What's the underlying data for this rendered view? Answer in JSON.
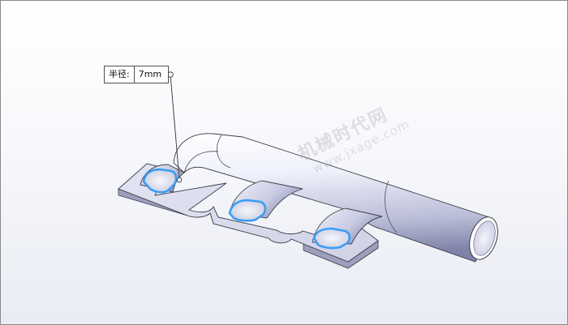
{
  "dimension": {
    "label": "半径:",
    "value": "7mm"
  },
  "watermark": {
    "text": "机械时代网",
    "url": "www.jxage.com"
  },
  "colors": {
    "selection_edge": "#3a9cf5",
    "part_face": "#d4d5ea",
    "background_top": "#ffffff",
    "background_bottom": "#e9ecf4"
  }
}
